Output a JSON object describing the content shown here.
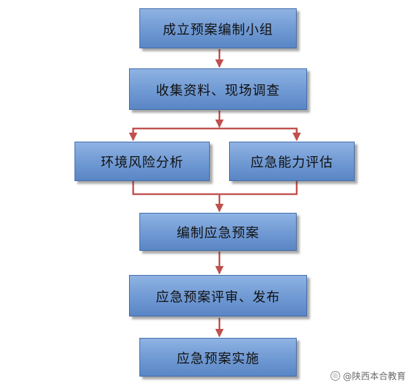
{
  "steps": {
    "s1": "成立预案编制小组",
    "s2": "收集资料、现场调查",
    "s3a": "环境风险分析",
    "s3b": "应急能力评估",
    "s4": "编制应急预案",
    "s5": "应急预案评审、发布",
    "s6": "应急预案实施"
  },
  "watermark": {
    "text": "@陕西本合教育"
  },
  "colors": {
    "box_fill": "#6f99d3",
    "box_border": "#3f6aa8",
    "arrow": "#c0504d"
  }
}
